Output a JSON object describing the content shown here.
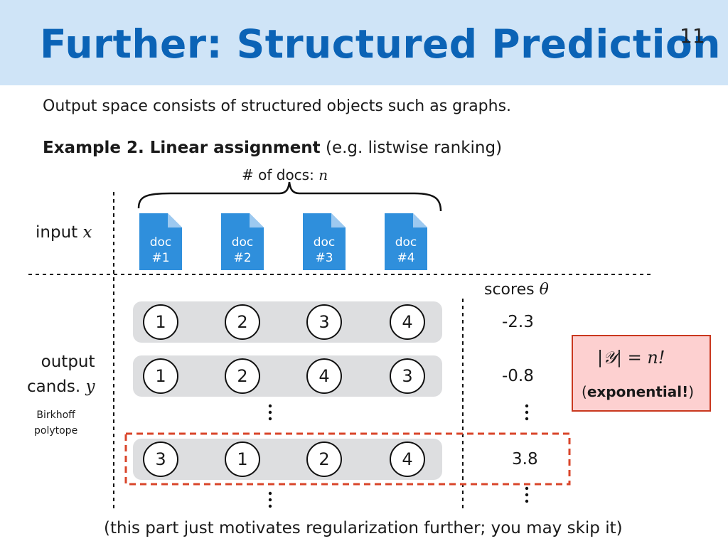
{
  "header": {
    "title": "Further: Structured Prediction",
    "page_number": "11"
  },
  "subtitle": "Output space consists of structured objects such as graphs.",
  "example": {
    "bold": "Example 2. Linear assignment",
    "rest": " (e.g. listwise ranking)"
  },
  "num_docs": {
    "text": "# of docs: ",
    "var": "n"
  },
  "input": {
    "text": "input ",
    "var": "x"
  },
  "output": {
    "line1": "output",
    "line2": "cands. ",
    "var": "y"
  },
  "birkhoff": {
    "line1": "Birkhoff",
    "line2": "polytope"
  },
  "docs": [
    {
      "line1": "doc",
      "line2": "#1"
    },
    {
      "line1": "doc",
      "line2": "#2"
    },
    {
      "line1": "doc",
      "line2": "#3"
    },
    {
      "line1": "doc",
      "line2": "#4"
    }
  ],
  "scores": {
    "label": "scores ",
    "var": "θ"
  },
  "rows": [
    {
      "nodes": [
        "1",
        "2",
        "3",
        "4"
      ],
      "score": "-2.3"
    },
    {
      "nodes": [
        "1",
        "2",
        "4",
        "3"
      ],
      "score": "-0.8"
    },
    {
      "nodes": [
        "3",
        "1",
        "2",
        "4"
      ],
      "score": "3.8"
    }
  ],
  "callout": {
    "formula": "|𝒴| = n!",
    "open": "(",
    "bold": "exponential!",
    "close": ")"
  },
  "footnote": "(this part just motivates regularization further; you may skip it)",
  "colors": {
    "title": "#0b63b6",
    "header_bg": "#cfe4f7",
    "doc": "#2f8fdc",
    "callout_border": "#c9381f",
    "callout_bg": "#fdd0d0"
  }
}
